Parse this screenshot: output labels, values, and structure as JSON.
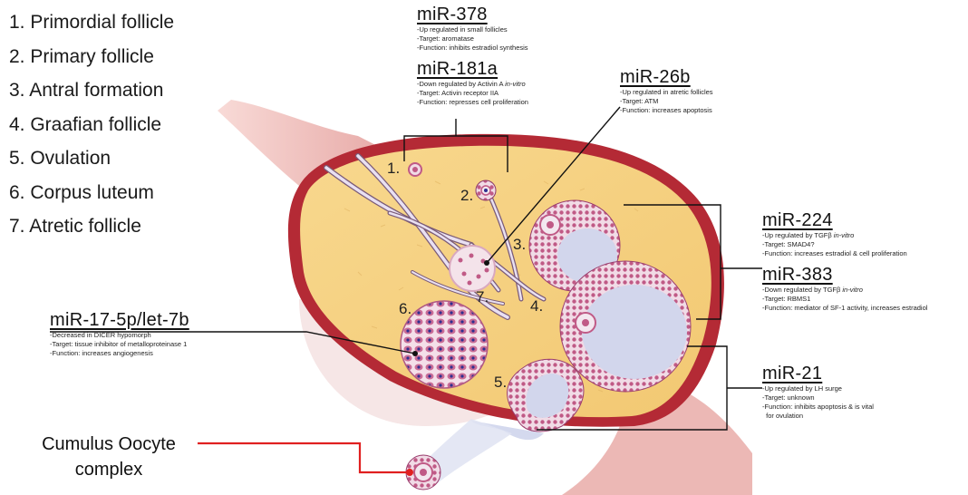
{
  "legend": [
    "1. Primordial follicle",
    "2. Primary follicle",
    "3. Antral formation",
    "4. Graafian follicle",
    "5. Ovulation",
    "6. Corpus luteum",
    "7. Atretic follicle"
  ],
  "stage_numbers": [
    "1.",
    "2.",
    "3.",
    "4.",
    "5.",
    "6.",
    "7."
  ],
  "mirnas": {
    "mir378": {
      "name": "miR-378",
      "lines": [
        "-Up regulated  in small follicles",
        "-Target: aromatase",
        "-Function: inhibits estradiol synthesis"
      ]
    },
    "mir181a": {
      "name": "miR-181a",
      "line1_prefix": "-Down regulated by Activin A ",
      "line1_italic": "in-vitro",
      "lines": [
        "-Target: Activin receptor IIA",
        "-Function: represses cell proliferation"
      ]
    },
    "mir26b": {
      "name": "miR-26b",
      "lines": [
        "-Up regulated in atretic follicles",
        "-Target: ATM",
        "-Function: increases apoptosis"
      ]
    },
    "mir224": {
      "name": "miR-224",
      "line1_prefix": "-Up regulated by TGFβ ",
      "line1_italic": "in-vitro",
      "lines": [
        "-Target: SMAD4?",
        "-Function: increases estradiol & cell proliferation"
      ]
    },
    "mir383": {
      "name": "miR-383",
      "line1_prefix": "-Down regulated by TGFβ ",
      "line1_italic": "in-vitro",
      "lines": [
        "-Target: RBMS1",
        "-Function: mediator of SF-1 activity, increases estradiol"
      ]
    },
    "mir17": {
      "name": "miR-17-5p/let-7b",
      "lines": [
        "-Decreased in DICER hypomorph",
        "-Target: tissue inhibitor of metalloproteinase 1",
        "-Function: increases angiogenesis"
      ]
    },
    "mir21": {
      "name": "miR-21",
      "lines": [
        "-Up regulated by LH surge",
        "-Target: unknown",
        "-Function: inhibits apoptosis & is vital",
        "  for ovulation"
      ]
    }
  },
  "cumulus": {
    "line1": "Cumulus Oocyte",
    "line2": "complex"
  },
  "colors": {
    "stroma": "#f6d284",
    "capsule": "#b42a35",
    "ligament": "#eaa5a2",
    "granulosa": "#c05a86",
    "antrum": "#d2d6ec",
    "pointer_red": "#e02020"
  }
}
